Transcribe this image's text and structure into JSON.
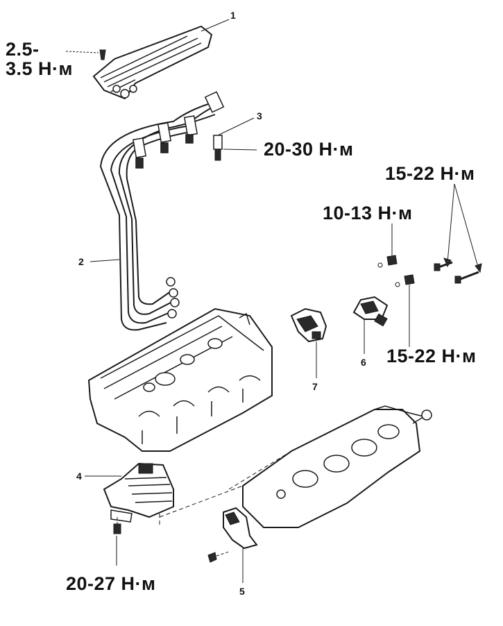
{
  "torque_labels": {
    "cover_line1": "2.5-",
    "cover_line2": "3.5 Н·м",
    "plug": "20-30 Н·м",
    "bolt_upper": "15-22 Н·м",
    "nut_upper": "10-13 Н·м",
    "nut_lower": "15-22 Н·м",
    "coil_bracket": "20-27 Н·м"
  },
  "callouts": {
    "c1": "1",
    "c2": "2",
    "c3": "3",
    "c4": "4",
    "c5": "5",
    "c6": "6",
    "c7": "7"
  },
  "colors": {
    "line": "#1a1a1a",
    "background": "#ffffff"
  }
}
